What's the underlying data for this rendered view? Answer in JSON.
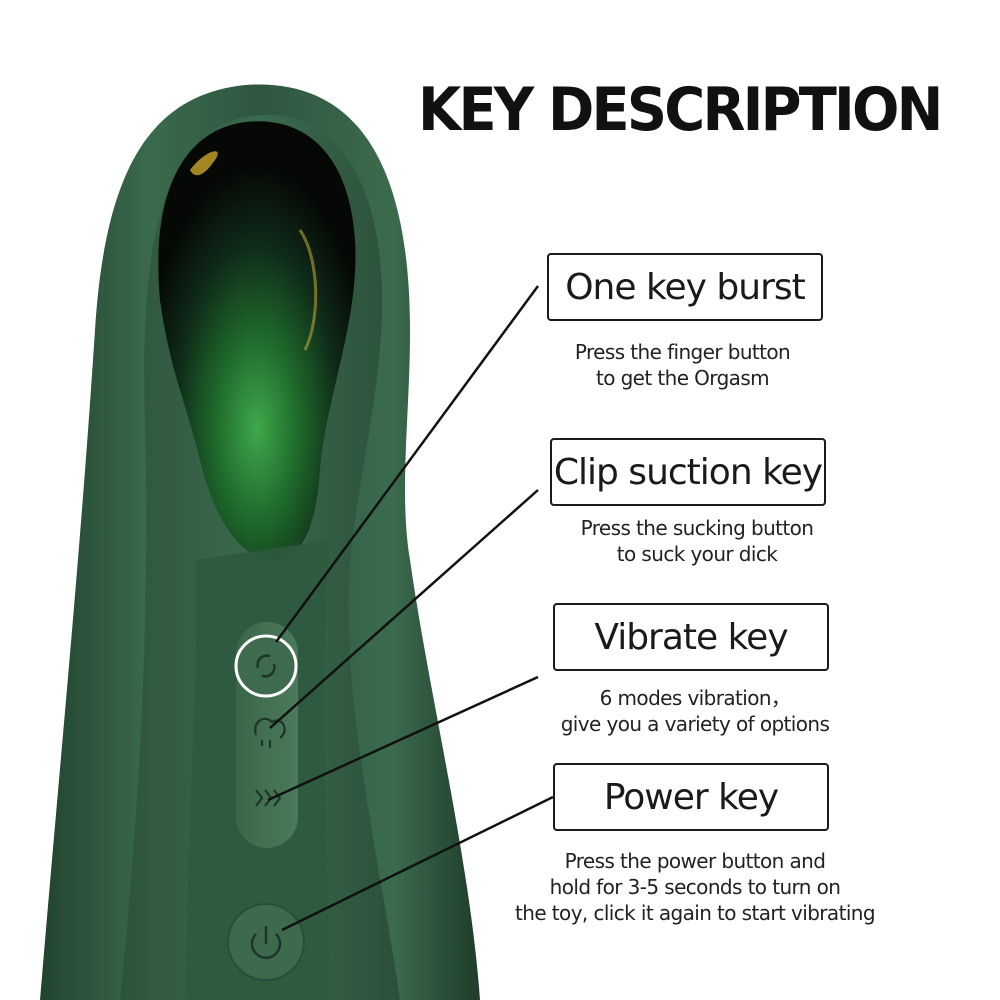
{
  "headline": "KEY DESCRIPTION",
  "keys": [
    {
      "label": "One key burst",
      "description": [
        "Press the finger button",
        "to get the Orgasm"
      ]
    },
    {
      "label": "Clip suction key",
      "description": [
        "Press the sucking button",
        "to suck your dick"
      ]
    },
    {
      "label": "Vibrate key",
      "description": [
        "6 modes vibration，",
        "give you a variety of options"
      ]
    },
    {
      "label": "Power key",
      "description": [
        "Press the power button and",
        "hold for 3-5 seconds to turn on",
        "the toy, click it again to start vibrating"
      ]
    }
  ],
  "colors": {
    "device_green": "#2f5640",
    "device_dark": "#1d3a2a",
    "glass_highlight": "#3fa040",
    "text": "#1a1a1a",
    "background": "#ffffff"
  },
  "icons": [
    "burst-icon",
    "suction-icon",
    "vibrate-icon",
    "power-icon"
  ]
}
